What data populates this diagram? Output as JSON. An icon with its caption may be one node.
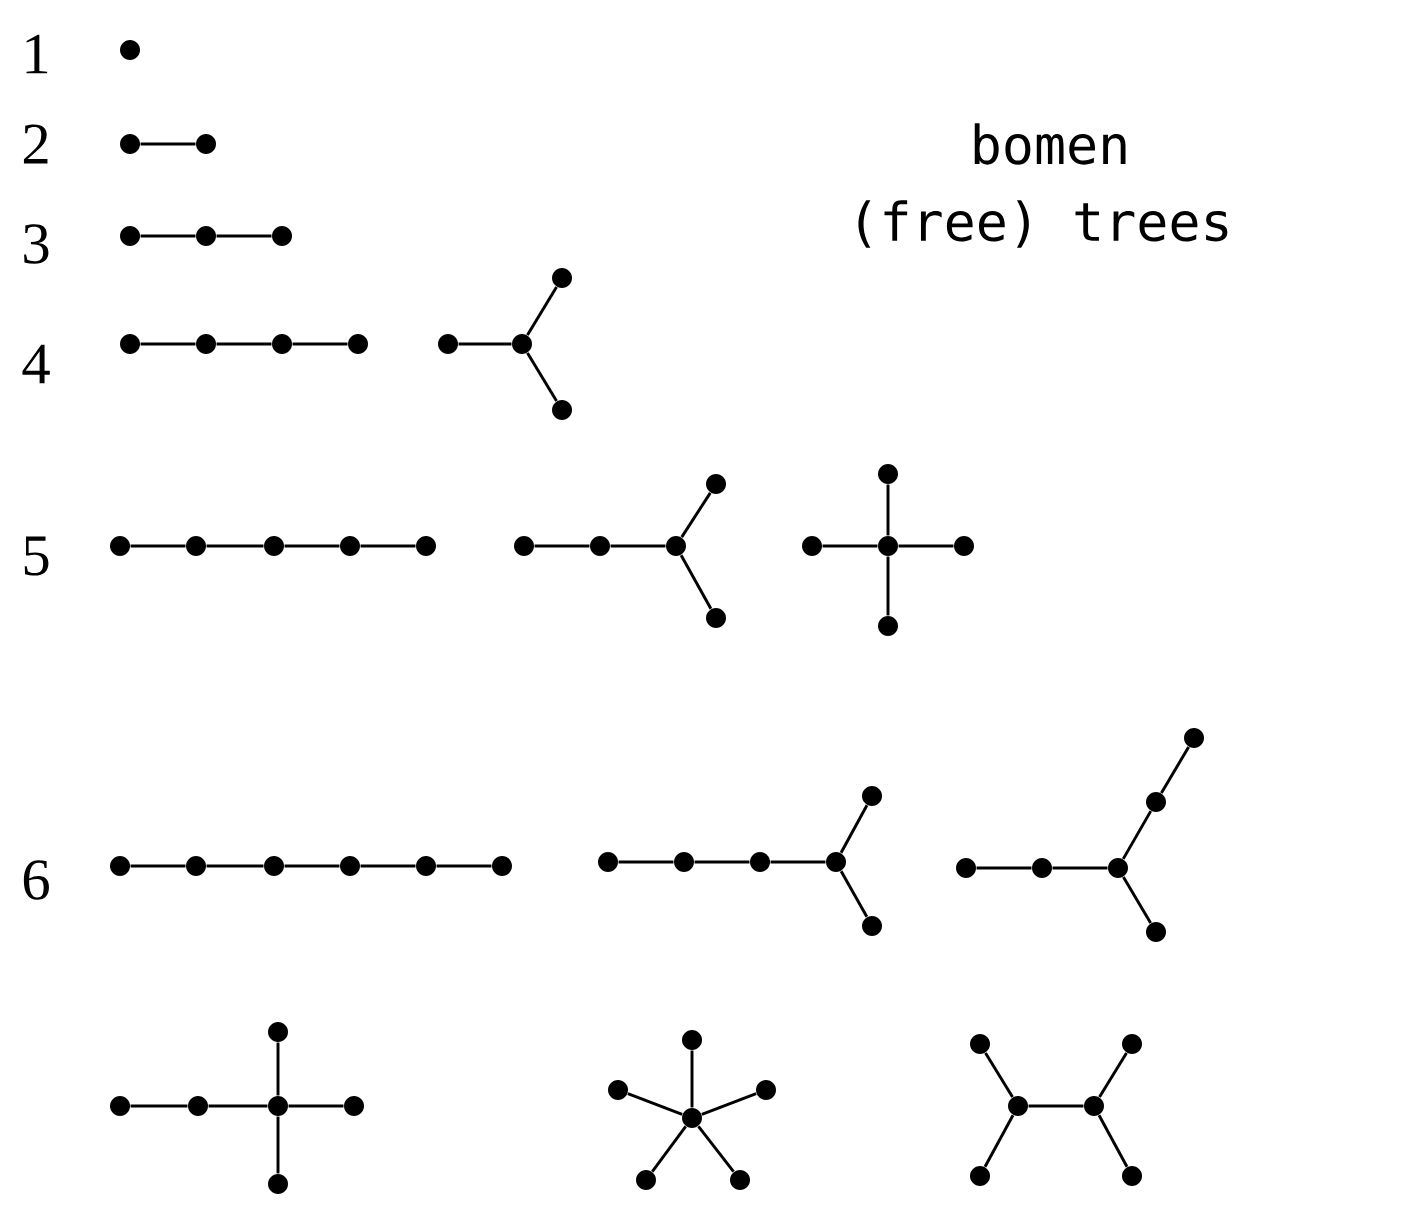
{
  "diagram": {
    "nodes": [
      {
        "text": [],
        "shape": "circle"
      },
      {
        "text": [],
        "shape": "circle"
      },
      {
        "text": [],
        "shape": "circle"
      },
      {
        "text": [],
        "shape": "circle"
      },
      {
        "text": [],
        "shape": "circle"
      },
      {
        "text": [],
        "shape": "circle"
      },
      {
        "text": [],
        "shape": "circle"
      },
      {
        "text": [],
        "shape": "circle"
      },
      {
        "text": [],
        "shape": "circle"
      },
      {
        "text": [],
        "shape": "circle"
      },
      {
        "text": [],
        "shape": "circle"
      },
      {
        "text": [],
        "shape": "circle"
      },
      {
        "text": [],
        "shape": "circle"
      },
      {
        "text": [],
        "shape": "circle"
      },
      {
        "text": [],
        "shape": "circle"
      },
      {
        "text": [],
        "shape": "circle"
      },
      {
        "text": [],
        "shape": "circle"
      },
      {
        "text": [],
        "shape": "circle"
      },
      {
        "text": [],
        "shape": "circle"
      },
      {
        "text": [],
        "shape": "circle"
      },
      {
        "text": [],
        "shape": "circle"
      },
      {
        "text": [],
        "shape": "circle"
      },
      {
        "text": [],
        "shape": "circle"
      },
      {
        "text": [],
        "shape": "circle"
      },
      {
        "text": [],
        "shape": "circle"
      },
      {
        "text": [],
        "shape": "circle"
      },
      {
        "text": [],
        "shape": "circle"
      },
      {
        "text": [],
        "shape": "circle"
      },
      {
        "text": [],
        "shape": "circle"
      },
      {
        "text": [],
        "shape": "circle"
      },
      {
        "text": [],
        "shape": "circle"
      },
      {
        "text": [],
        "shape": "circle"
      },
      {
        "text": [],
        "shape": "circle"
      },
      {
        "text": [],
        "shape": "circle"
      },
      {
        "text": [],
        "shape": "circle"
      },
      {
        "text": [],
        "shape": "circle"
      },
      {
        "text": [],
        "shape": "circle"
      },
      {
        "text": [],
        "shape": "circle"
      },
      {
        "text": [],
        "shape": "circle"
      },
      {
        "text": [],
        "shape": "circle"
      },
      {
        "text": [],
        "shape": "circle"
      },
      {
        "text": [],
        "shape": "circle"
      },
      {
        "text": [],
        "shape": "circle"
      },
      {
        "text": [],
        "shape": "circle"
      },
      {
        "text": [],
        "shape": "circle"
      },
      {
        "text": [],
        "shape": "circle"
      },
      {
        "text": [],
        "shape": "circle"
      },
      {
        "text": [],
        "shape": "circle"
      },
      {
        "text": [],
        "shape": "circle"
      },
      {
        "text": [],
        "shape": "circle"
      },
      {
        "text": [],
        "shape": "circle"
      },
      {
        "text": [],
        "shape": "circle"
      },
      {
        "text": [],
        "shape": "circle"
      },
      {
        "text": [],
        "shape": "circle"
      },
      {
        "text": [],
        "shape": "circle"
      },
      {
        "text": [],
        "shape": "circle"
      },
      {
        "text": [],
        "shape": "circle"
      },
      {
        "text": [],
        "shape": "circle"
      },
      {
        "text": [],
        "shape": "circle"
      },
      {
        "text": [],
        "shape": "circle"
      },
      {
        "text": [],
        "shape": "circle"
      },
      {
        "text": [],
        "shape": "circle"
      },
      {
        "text": [],
        "shape": "circle"
      },
      {
        "text": [],
        "shape": "circle"
      },
      {
        "text": [],
        "shape": "circle"
      }
    ],
    "edges": [
      {
        "from": 1,
        "to": 2,
        "arrow": "none"
      },
      {
        "from": 3,
        "to": 4,
        "arrow": "none"
      },
      {
        "from": 4,
        "to": 5,
        "arrow": "none"
      },
      {
        "from": 6,
        "to": 7,
        "arrow": "none"
      },
      {
        "from": 7,
        "to": 8,
        "arrow": "none"
      },
      {
        "from": 8,
        "to": 9,
        "arrow": "none"
      },
      {
        "from": 10,
        "to": 11,
        "arrow": "none"
      },
      {
        "from": 11,
        "to": 12,
        "arrow": "none"
      },
      {
        "from": 11,
        "to": 13,
        "arrow": "none"
      },
      {
        "from": 14,
        "to": 15,
        "arrow": "none"
      },
      {
        "from": 15,
        "to": 16,
        "arrow": "none"
      },
      {
        "from": 16,
        "to": 17,
        "arrow": "none"
      },
      {
        "from": 17,
        "to": 18,
        "arrow": "none"
      },
      {
        "from": 19,
        "to": 20,
        "arrow": "none"
      },
      {
        "from": 20,
        "to": 21,
        "arrow": "none"
      },
      {
        "from": 21,
        "to": 22,
        "arrow": "none"
      },
      {
        "from": 21,
        "to": 23,
        "arrow": "none"
      },
      {
        "from": 24,
        "to": 25,
        "arrow": "none"
      },
      {
        "from": 25,
        "to": 26,
        "arrow": "none"
      },
      {
        "from": 25,
        "to": 27,
        "arrow": "none"
      },
      {
        "from": 25,
        "to": 28,
        "arrow": "none"
      },
      {
        "from": 29,
        "to": 30,
        "arrow": "none"
      },
      {
        "from": 30,
        "to": 31,
        "arrow": "none"
      },
      {
        "from": 31,
        "to": 32,
        "arrow": "none"
      },
      {
        "from": 32,
        "to": 33,
        "arrow": "none"
      },
      {
        "from": 33,
        "to": 34,
        "arrow": "none"
      },
      {
        "from": 35,
        "to": 36,
        "arrow": "none"
      },
      {
        "from": 36,
        "to": 37,
        "arrow": "none"
      },
      {
        "from": 37,
        "to": 38,
        "arrow": "none"
      },
      {
        "from": 38,
        "to": 39,
        "arrow": "none"
      },
      {
        "from": 38,
        "to": 40,
        "arrow": "none"
      },
      {
        "from": 41,
        "to": 42,
        "arrow": "none"
      },
      {
        "from": 42,
        "to": 43,
        "arrow": "none"
      },
      {
        "from": 43,
        "to": 44,
        "arrow": "none"
      },
      {
        "from": 44,
        "to": 45,
        "arrow": "none"
      },
      {
        "from": 43,
        "to": 46,
        "arrow": "none"
      },
      {
        "from": 47,
        "to": 48,
        "arrow": "none"
      },
      {
        "from": 48,
        "to": 49,
        "arrow": "none"
      },
      {
        "from": 49,
        "to": 50,
        "arrow": "none"
      },
      {
        "from": 49,
        "to": 51,
        "arrow": "none"
      },
      {
        "from": 49,
        "to": 52,
        "arrow": "none"
      },
      {
        "from": 53,
        "to": 54,
        "arrow": "none"
      },
      {
        "from": 53,
        "to": 55,
        "arrow": "none"
      },
      {
        "from": 53,
        "to": 56,
        "arrow": "none"
      },
      {
        "from": 53,
        "to": 57,
        "arrow": "none"
      },
      {
        "from": 53,
        "to": 58,
        "arrow": "none"
      },
      {
        "from": 59,
        "to": 60,
        "arrow": "none"
      },
      {
        "from": 59,
        "to": 61,
        "arrow": "none"
      },
      {
        "from": 59,
        "to": 62,
        "arrow": "none"
      },
      {
        "from": 60,
        "to": 63,
        "arrow": "none"
      },
      {
        "from": 60,
        "to": 64,
        "arrow": "none"
      }
    ],
    "labels": [
      "1",
      "2",
      "3",
      "4",
      "5",
      "6",
      "bomen",
      "(free) trees"
    ]
  }
}
